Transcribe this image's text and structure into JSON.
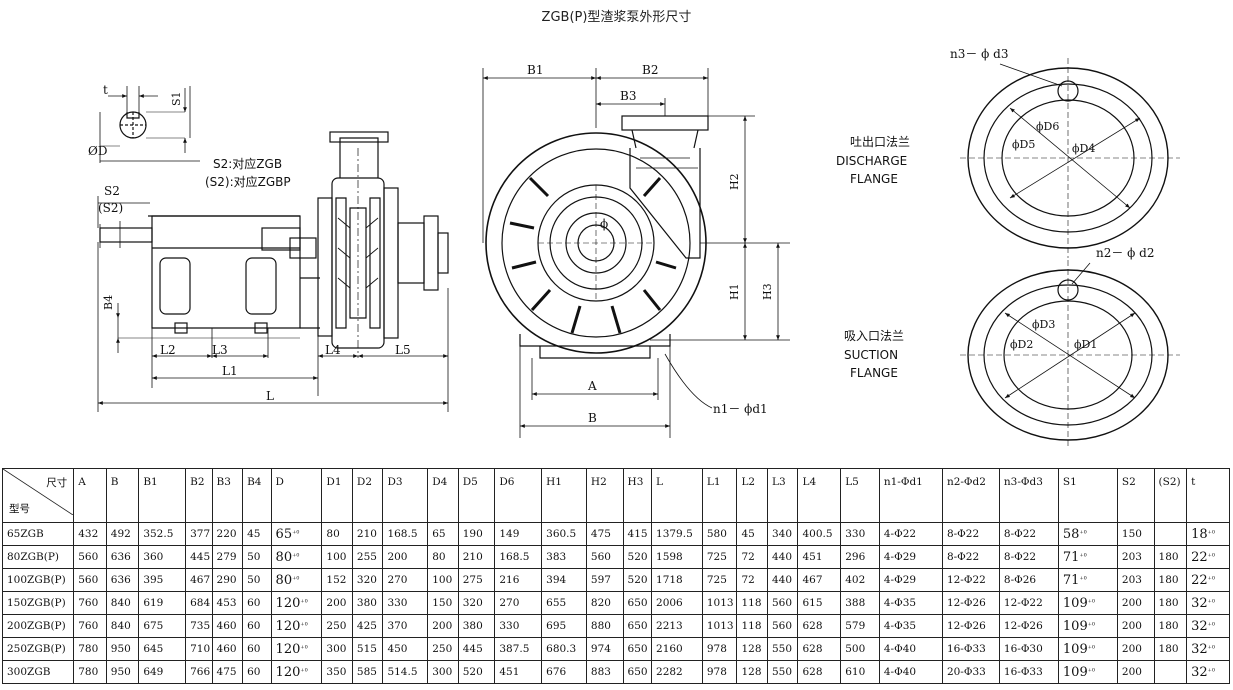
{
  "title": "ZGB(P)型渣浆泵外形尺寸",
  "drawing": {
    "side_labels": {
      "t": "t",
      "S1": "S1",
      "phiD": "ØD",
      "S2_note_1": "S2:对应ZGB",
      "S2_note_2": "(S2):对应ZGBP",
      "S2": "S2",
      "S2p": "(S2)",
      "B4": "B4",
      "L2": "L2",
      "L3": "L3",
      "L1": "L1",
      "L4": "L4",
      "L5": "L5",
      "L": "L"
    },
    "front_labels": {
      "B1": "B1",
      "B2": "B2",
      "B3": "B3",
      "H1": "H1",
      "H2": "H2",
      "H3": "H3",
      "A": "A",
      "B": "B",
      "n1": "n1－ ϕd1",
      "phi": "ϕ"
    },
    "flange_labels": {
      "n3": "n3－ ϕ d3",
      "discharge_cn": "吐出口法兰",
      "discharge_en_1": "DISCHARGE",
      "discharge_en_2": "FLANGE",
      "D6": "ϕD6",
      "D5": "ϕD5",
      "D4": "ϕD4",
      "n2": "n2－ ϕ d2",
      "suction_cn": "吸入口法兰",
      "suction_en_1": "SUCTION",
      "suction_en_2": "FLANGE",
      "D3": "ϕD3",
      "D2": "ϕD2",
      "D1": "ϕD1"
    }
  },
  "table": {
    "corner_top": "尺寸",
    "corner_bottom": "型号",
    "headers": [
      "A",
      "B",
      "B1",
      "B2",
      "B3",
      "B4",
      "D",
      "D1",
      "D2",
      "D3",
      "D4",
      "D5",
      "D6",
      "H1",
      "H2",
      "H3",
      "L",
      "L1",
      "L2",
      "L3",
      "L4",
      "L5",
      "n1-Φd1",
      "n2-Φd2",
      "n3-Φd3",
      "S1",
      "S2",
      "(S2)",
      "t"
    ],
    "rows": [
      {
        "model": "65ZGB",
        "A": "432",
        "B": "492",
        "B1": "352.5",
        "B2": "377",
        "B3": "220",
        "B4": "45",
        "D": "65",
        "D1": "80",
        "D2": "210",
        "D3": "168.5",
        "D4": "65",
        "D5": "190",
        "D6": "149",
        "H1": "360.5",
        "H2": "475",
        "H3": "415",
        "L": "1379.5",
        "L1": "580",
        "L2": "45",
        "L3": "340",
        "L4": "400.5",
        "L5": "330",
        "n1": "4-Φ22",
        "n2": "8-Φ22",
        "n3": "8-Φ22",
        "S1": "58",
        "S2": "150",
        "S2p": "",
        "t": "18"
      },
      {
        "model": "80ZGB(P)",
        "A": "560",
        "B": "636",
        "B1": "360",
        "B2": "445",
        "B3": "279",
        "B4": "50",
        "D": "80",
        "D1": "100",
        "D2": "255",
        "D3": "200",
        "D4": "80",
        "D5": "210",
        "D6": "168.5",
        "H1": "383",
        "H2": "560",
        "H3": "520",
        "L": "1598",
        "L1": "725",
        "L2": "72",
        "L3": "440",
        "L4": "451",
        "L5": "296",
        "n1": "4-Φ29",
        "n2": "8-Φ22",
        "n3": "8-Φ22",
        "S1": "71",
        "S2": "203",
        "S2p": "180",
        "t": "22"
      },
      {
        "model": "100ZGB(P)",
        "A": "560",
        "B": "636",
        "B1": "395",
        "B2": "467",
        "B3": "290",
        "B4": "50",
        "D": "80",
        "D1": "152",
        "D2": "320",
        "D3": "270",
        "D4": "100",
        "D5": "275",
        "D6": "216",
        "H1": "394",
        "H2": "597",
        "H3": "520",
        "L": "1718",
        "L1": "725",
        "L2": "72",
        "L3": "440",
        "L4": "467",
        "L5": "402",
        "n1": "4-Φ29",
        "n2": "12-Φ22",
        "n3": "8-Φ26",
        "S1": "71",
        "S2": "203",
        "S2p": "180",
        "t": "22"
      },
      {
        "model": "150ZGB(P)",
        "A": "760",
        "B": "840",
        "B1": "619",
        "B2": "684",
        "B3": "453",
        "B4": "60",
        "D": "120",
        "D1": "200",
        "D2": "380",
        "D3": "330",
        "D4": "150",
        "D5": "320",
        "D6": "270",
        "H1": "655",
        "H2": "820",
        "H3": "650",
        "L": "2006",
        "L1": "1013",
        "L2": "118",
        "L3": "560",
        "L4": "615",
        "L5": "388",
        "n1": "4-Φ35",
        "n2": "12-Φ26",
        "n3": "12-Φ22",
        "S1": "109",
        "S2": "200",
        "S2p": "180",
        "t": "32"
      },
      {
        "model": "200ZGB(P)",
        "A": "760",
        "B": "840",
        "B1": "675",
        "B2": "735",
        "B3": "460",
        "B4": "60",
        "D": "120",
        "D1": "250",
        "D2": "425",
        "D3": "370",
        "D4": "200",
        "D5": "380",
        "D6": "330",
        "H1": "695",
        "H2": "880",
        "H3": "650",
        "L": "2213",
        "L1": "1013",
        "L2": "118",
        "L3": "560",
        "L4": "628",
        "L5": "579",
        "n1": "4-Φ35",
        "n2": "12-Φ26",
        "n3": "12-Φ26",
        "S1": "109",
        "S2": "200",
        "S2p": "180",
        "t": "32"
      },
      {
        "model": "250ZGB(P)",
        "A": "780",
        "B": "950",
        "B1": "645",
        "B2": "710",
        "B3": "460",
        "B4": "60",
        "D": "120",
        "D1": "300",
        "D2": "515",
        "D3": "450",
        "D4": "250",
        "D5": "445",
        "D6": "387.5",
        "H1": "680.3",
        "H2": "974",
        "H3": "650",
        "L": "2160",
        "L1": "978",
        "L2": "128",
        "L3": "550",
        "L4": "628",
        "L5": "500",
        "n1": "4-Φ40",
        "n2": "16-Φ33",
        "n3": "16-Φ30",
        "S1": "109",
        "S2": "200",
        "S2p": "180",
        "t": "32"
      },
      {
        "model": "300ZGB",
        "A": "780",
        "B": "950",
        "B1": "649",
        "B2": "766",
        "B3": "475",
        "B4": "60",
        "D": "120",
        "D1": "350",
        "D2": "585",
        "D3": "514.5",
        "D4": "300",
        "D5": "520",
        "D6": "451",
        "H1": "676",
        "H2": "883",
        "H3": "650",
        "L": "2282",
        "L1": "978",
        "L2": "128",
        "L3": "550",
        "L4": "628",
        "L5": "610",
        "n1": "4-Φ40",
        "n2": "20-Φ33",
        "n3": "16-Φ33",
        "S1": "109",
        "S2": "200",
        "S2p": "",
        "t": "32"
      }
    ]
  }
}
